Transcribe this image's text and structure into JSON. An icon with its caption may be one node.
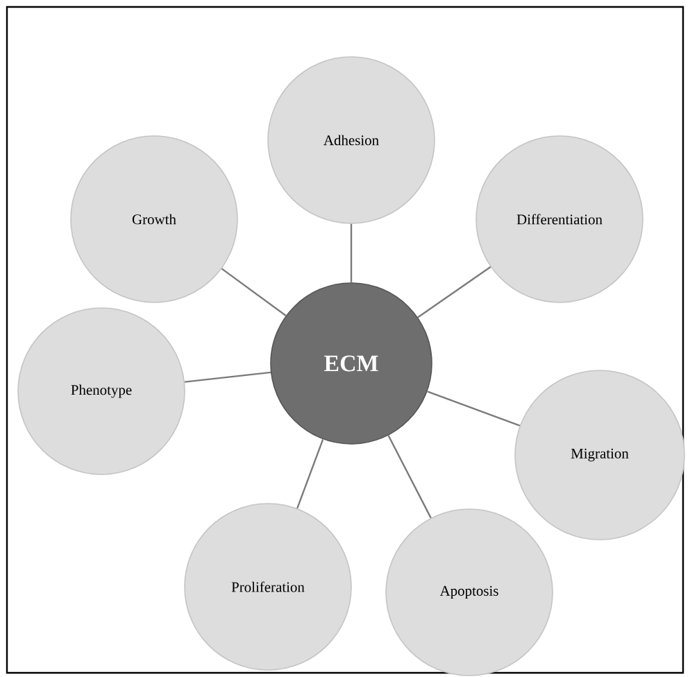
{
  "diagram": {
    "nodes": [
      {
        "text": [
          "ECM"
        ]
      },
      {
        "text": [
          "Adhesion"
        ]
      },
      {
        "text": [
          "Differentiation"
        ]
      },
      {
        "text": [
          "Growth"
        ]
      },
      {
        "text": [
          "Migration"
        ]
      },
      {
        "text": [
          "Phenotype"
        ]
      },
      {
        "text": [
          "Apoptosis"
        ]
      },
      {
        "text": [
          "Proliferation"
        ]
      }
    ],
    "edges": [
      {
        "from": 0,
        "to": 1,
        "arrow": "none"
      },
      {
        "from": 0,
        "to": 2,
        "arrow": "none"
      },
      {
        "from": 0,
        "to": 3,
        "arrow": "none"
      },
      {
        "from": 0,
        "to": 4,
        "arrow": "none"
      },
      {
        "from": 0,
        "to": 5,
        "arrow": "none"
      },
      {
        "from": 0,
        "to": 6,
        "arrow": "none"
      },
      {
        "from": 0,
        "to": 7,
        "arrow": "none"
      }
    ]
  }
}
